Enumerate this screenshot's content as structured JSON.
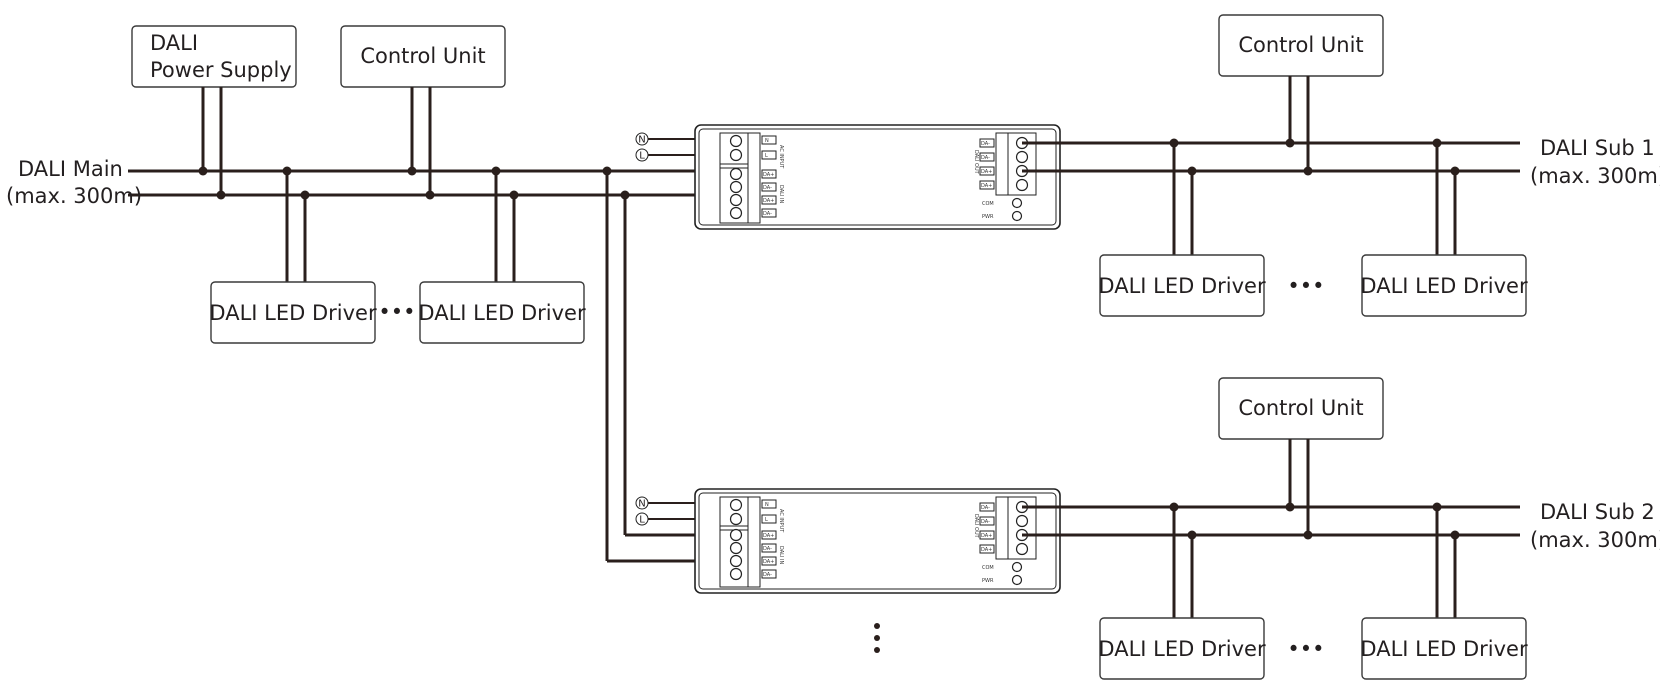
{
  "bus": {
    "main": {
      "name": "DALI Main",
      "length": "(max. 300m)"
    },
    "sub1": {
      "name": "DALI Sub 1",
      "length": "(max. 300m)"
    },
    "sub2": {
      "name": "DALI Sub 2",
      "length": "(max. 300m)"
    }
  },
  "devices": {
    "power_supply": {
      "line1": "DALI",
      "line2": "Power Supply"
    },
    "control_unit": "Control Unit",
    "led_driver": "DALI LED Driver",
    "ellipsis": "•••",
    "vertical_ellipsis": "⋮"
  },
  "repeater": {
    "terminal_n": "N",
    "terminal_l": "L",
    "input_pins": [
      "N",
      "L",
      "DA+",
      "DA-",
      "DA+",
      "DA-"
    ],
    "output_pins": [
      "DA-",
      "DA-",
      "DA+",
      "DA+"
    ],
    "input_label": "DALI IN",
    "power_label": "AC INPUT",
    "output_label": "DALI OUT",
    "com_label": "COM",
    "pwr_label": "PWR"
  }
}
